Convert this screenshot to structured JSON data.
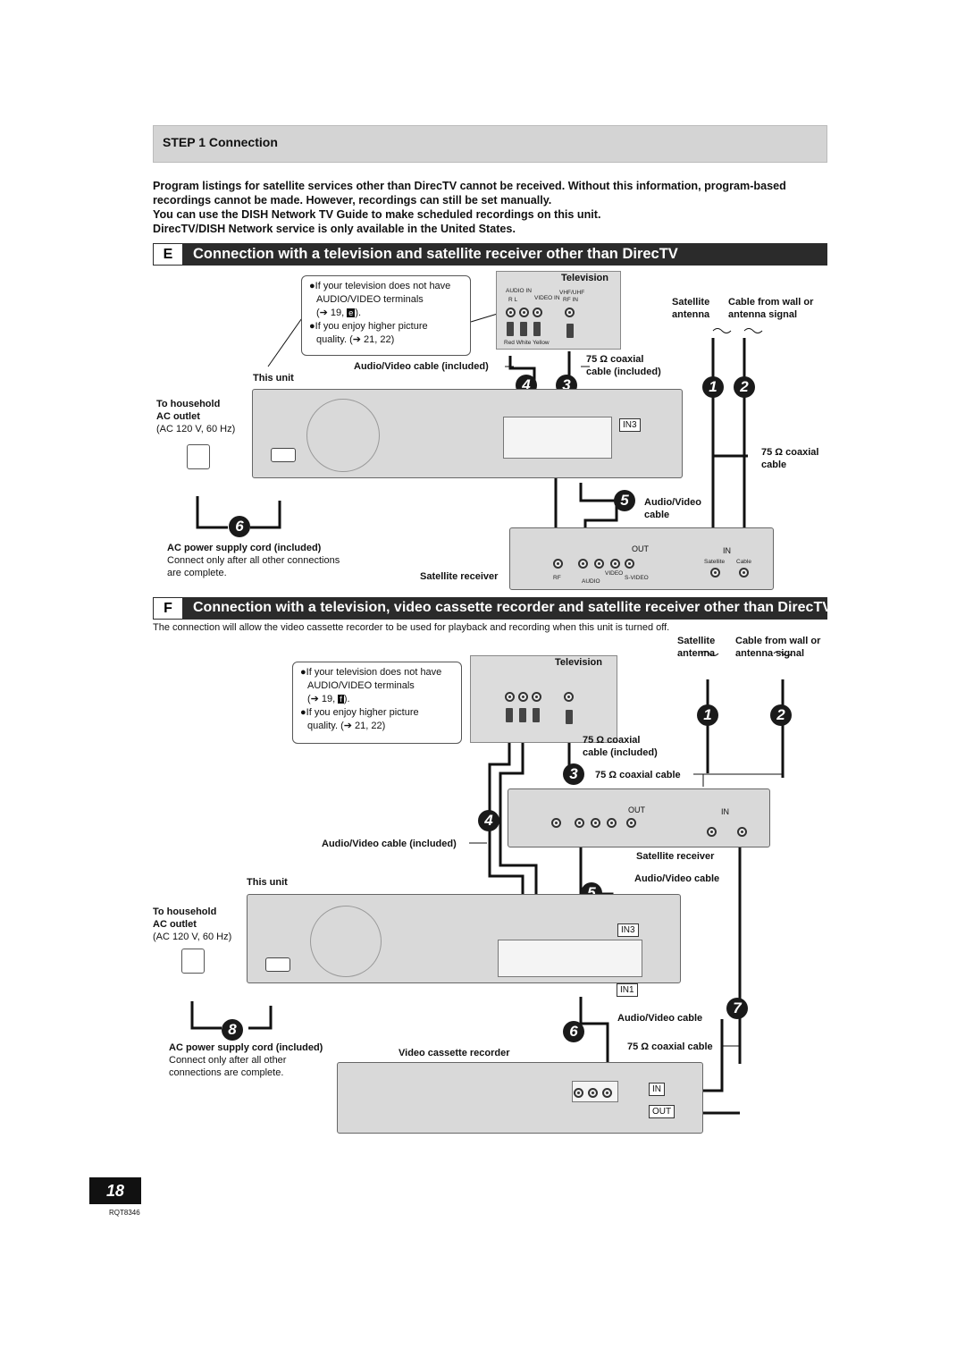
{
  "step": {
    "title": "STEP 1 Connection"
  },
  "intro": {
    "line1": "Program listings for satellite services other than DirecTV cannot be received. Without this information, program-based",
    "line2": "recordings cannot be made. However, recordings can still be set manually.",
    "line3": "You can use the DISH Network TV Guide to make scheduled recordings on this unit.",
    "line4": "DirecTV/DISH Network service is only available in the United States."
  },
  "section_e": {
    "letter": "E",
    "title": "Connection with a television and satellite receiver other than DirecTV",
    "note": {
      "b1": "●If your television does not have",
      "b1b": "AUDIO/VIDEO terminals",
      "b1c": "(➔ 19, ",
      "ref": "e",
      "b1d": ").",
      "b2": "●If you enjoy higher picture",
      "b2b": "quality. (➔ 21, 22)"
    },
    "television": "Television",
    "audio_in": "AUDIO IN",
    "video_in": "VIDEO IN",
    "r_l": "R    L",
    "vhf_uhf": "VHF/UHF",
    "rf_in": "RF IN",
    "red": "Red",
    "white": "White",
    "yellow": "Yellow",
    "satellite_antenna_1": "Satellite",
    "satellite_antenna_2": "antenna",
    "cable_wall_1": "Cable from wall or",
    "cable_wall_2": "antenna signal",
    "av_cable_included": "Audio/Video cable (included)",
    "coax_included_1": "75 Ω coaxial",
    "coax_included_2": "cable (included)",
    "this_unit": "This unit",
    "household_1": "To household",
    "household_2": "AC outlet",
    "household_3": "(AC 120 V, 60 Hz)",
    "in3": "IN3",
    "coax_cable_1": "75 Ω coaxial",
    "coax_cable_2": "cable",
    "av_cable_1": "Audio/Video",
    "av_cable_2": "cable",
    "ac_cord": "AC power supply cord (included)",
    "connect_1": "Connect only after all other connections",
    "connect_2": "are complete.",
    "sat_receiver": "Satellite receiver",
    "out": "OUT",
    "in": "IN",
    "rf": "RF",
    "audio": "AUDIO",
    "video": "VIDEO",
    "svideo": "S-VIDEO",
    "satellite": "Satellite",
    "cable": "Cable",
    "n1": "1",
    "n2": "2",
    "n3": "3",
    "n4": "4",
    "n5": "5",
    "n6": "6"
  },
  "section_f": {
    "letter": "F",
    "title": "Connection with a television, video cassette recorder and satellite receiver other than DirecTV",
    "subtitle": "The connection will allow the video cassette recorder to be used for playback and recording when this unit is turned off.",
    "satellite_antenna_1": "Satellite",
    "satellite_antenna_2": "antenna",
    "cable_wall_1": "Cable from wall or",
    "cable_wall_2": "antenna signal",
    "television": "Television",
    "note": {
      "b1": "●If your television does not have",
      "b1b": "AUDIO/VIDEO terminals",
      "b1c": "(➔ 19, ",
      "ref": "f",
      "b1d": ").",
      "b2": "●If you enjoy higher picture",
      "b2b": "quality. (➔ 21, 22)"
    },
    "coax_included_1": "75 Ω coaxial",
    "coax_included_2": "cable (included)",
    "coax_cable": "75 Ω coaxial cable",
    "av_cable_included": "Audio/Video cable (included)",
    "sat_receiver": "Satellite receiver",
    "av_cable": "Audio/Video cable",
    "this_unit": "This unit",
    "household_1": "To household",
    "household_2": "AC outlet",
    "household_3": "(AC 120 V, 60 Hz)",
    "in3": "IN3",
    "in1": "IN1",
    "av_cable_2": "Audio/Video cable",
    "coax_cable_2": "75 Ω coaxial cable",
    "ac_cord": "AC power supply cord (included)",
    "connect_1": "Connect only after all other",
    "connect_2": "connections are complete.",
    "vcr": "Video cassette recorder",
    "in": "IN",
    "out": "OUT",
    "n1": "1",
    "n2": "2",
    "n3": "3",
    "n4": "4",
    "n5": "5",
    "n6": "6",
    "n7": "7",
    "n8": "8"
  },
  "footer": {
    "page": "18",
    "code": "RQT8346"
  }
}
